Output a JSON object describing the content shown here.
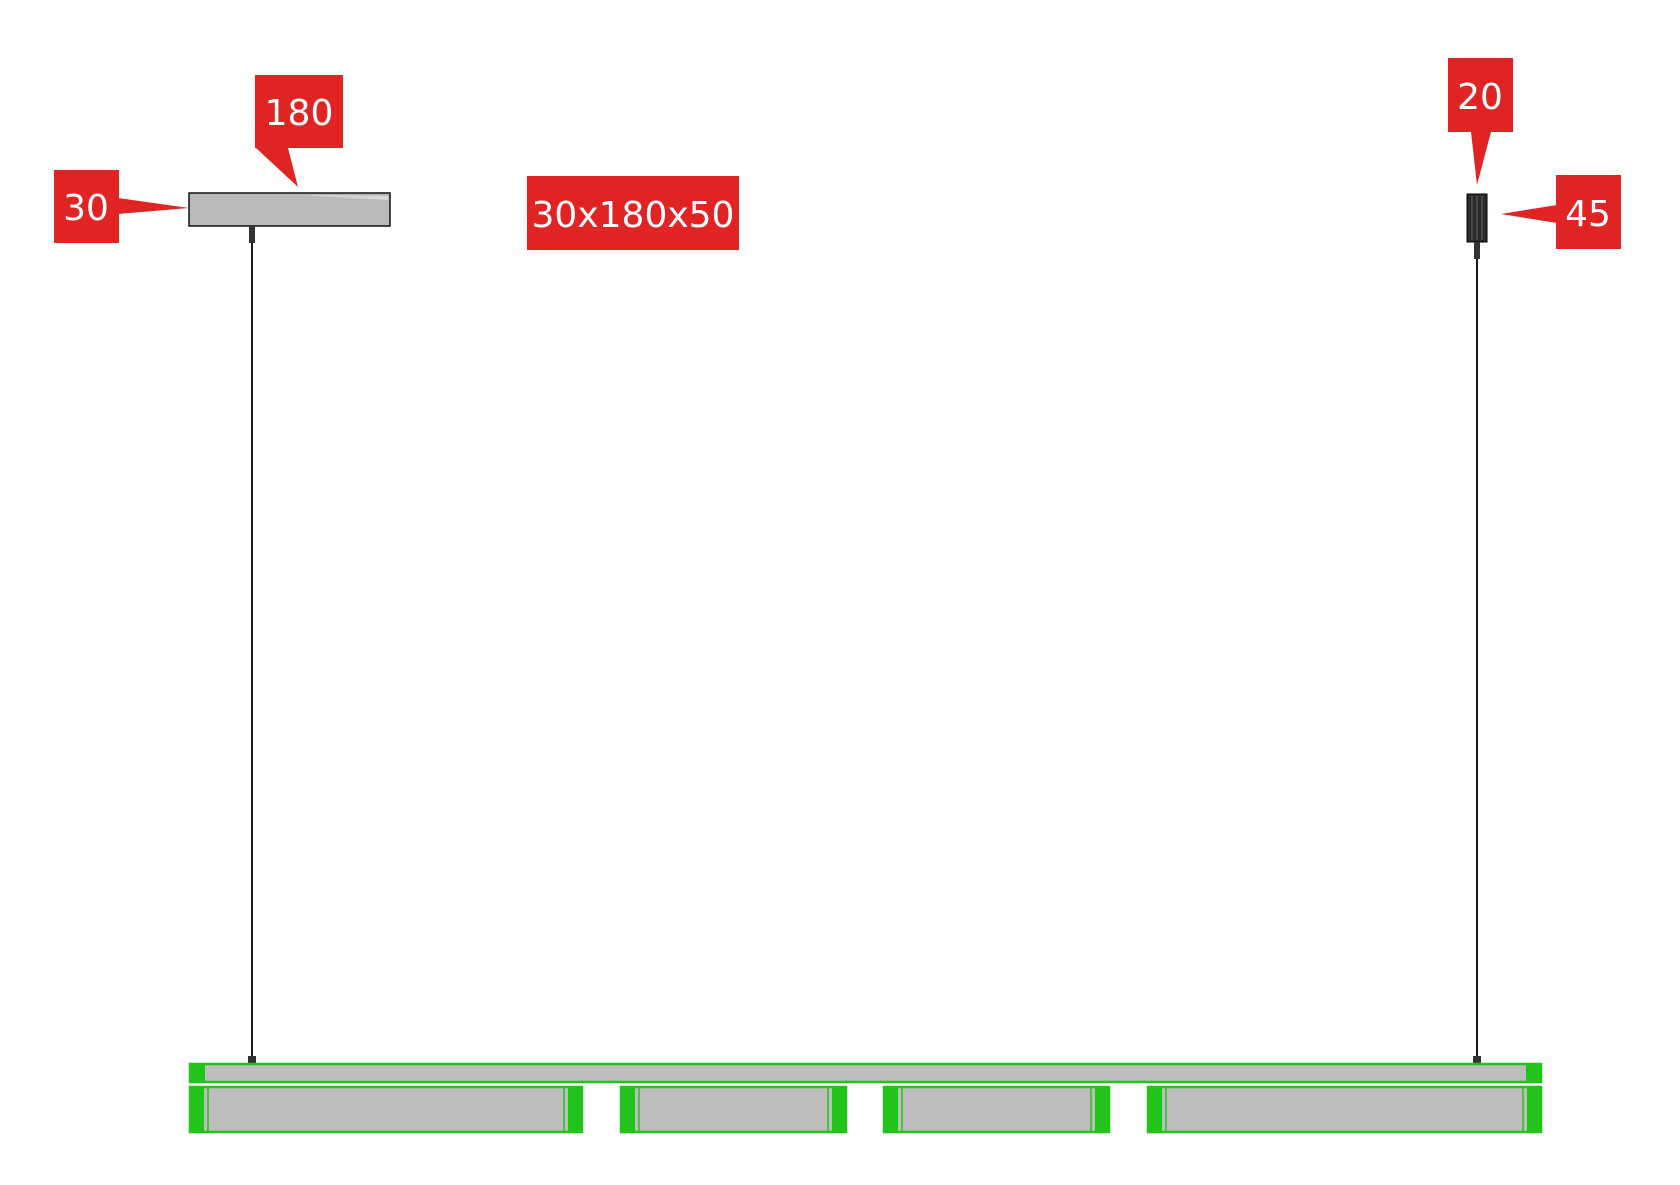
{
  "labels": {
    "canopy_length": "180",
    "canopy_height": "30",
    "canopy_dimensions": "30x180x50",
    "gripper_width": "20",
    "gripper_height": "45"
  },
  "colors": {
    "tag_red": "#e02424",
    "canopy_gray": "#b9b9b9",
    "led_green": "#22c41c",
    "outline": "#111111",
    "cable": "#1a1a1a"
  }
}
